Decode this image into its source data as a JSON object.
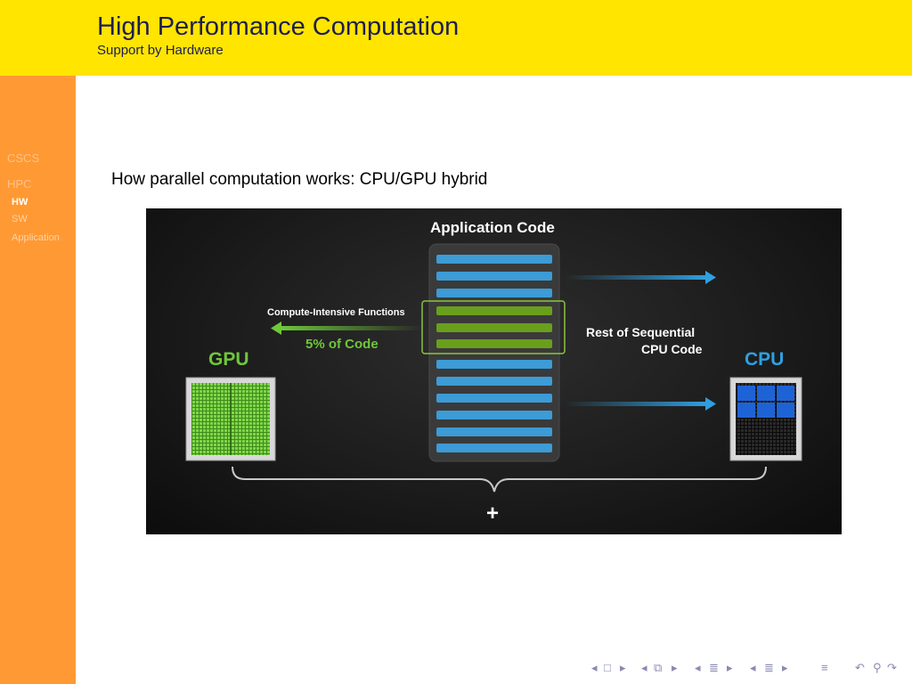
{
  "header": {
    "title": "High Performance Computation",
    "subtitle": "Support by Hardware"
  },
  "sidebar": {
    "sections": [
      "CSCS",
      "HPC"
    ],
    "subsections": [
      "HW",
      "SW",
      "Application"
    ],
    "active": "HW"
  },
  "main": {
    "caption": "How parallel computation works: CPU/GPU hybrid"
  },
  "figure": {
    "app_code_title": "Application Code",
    "compute_label": "Compute-Intensive Functions",
    "code_share_label": "5% of Code",
    "gpu_label": "GPU",
    "cpu_label": "CPU",
    "sequential_line1": "Rest of Sequential",
    "sequential_line2": "CPU Code",
    "plus_sign": "+",
    "colors": {
      "blue_bar": "#3d9bd6",
      "green_bar": "#6a9f1c",
      "gpu_green": "#6fc73a",
      "cpu_blue": "#1e63d6",
      "arrow_blue": "#2f9fe0"
    }
  },
  "beamer_nav": {
    "icons": [
      "frame-left-arrow",
      "frame-icon",
      "frame-right-arrow",
      "subsection-left-arrow",
      "subsection-icon",
      "subsection-right-arrow",
      "section-left-arrow",
      "section-icon",
      "section-right-arrow",
      "subsection-nav-left-arrow",
      "subsection-nav-icon",
      "subsection-nav-right-arrow",
      "align-icon",
      "undo-icon",
      "search-icon"
    ]
  }
}
